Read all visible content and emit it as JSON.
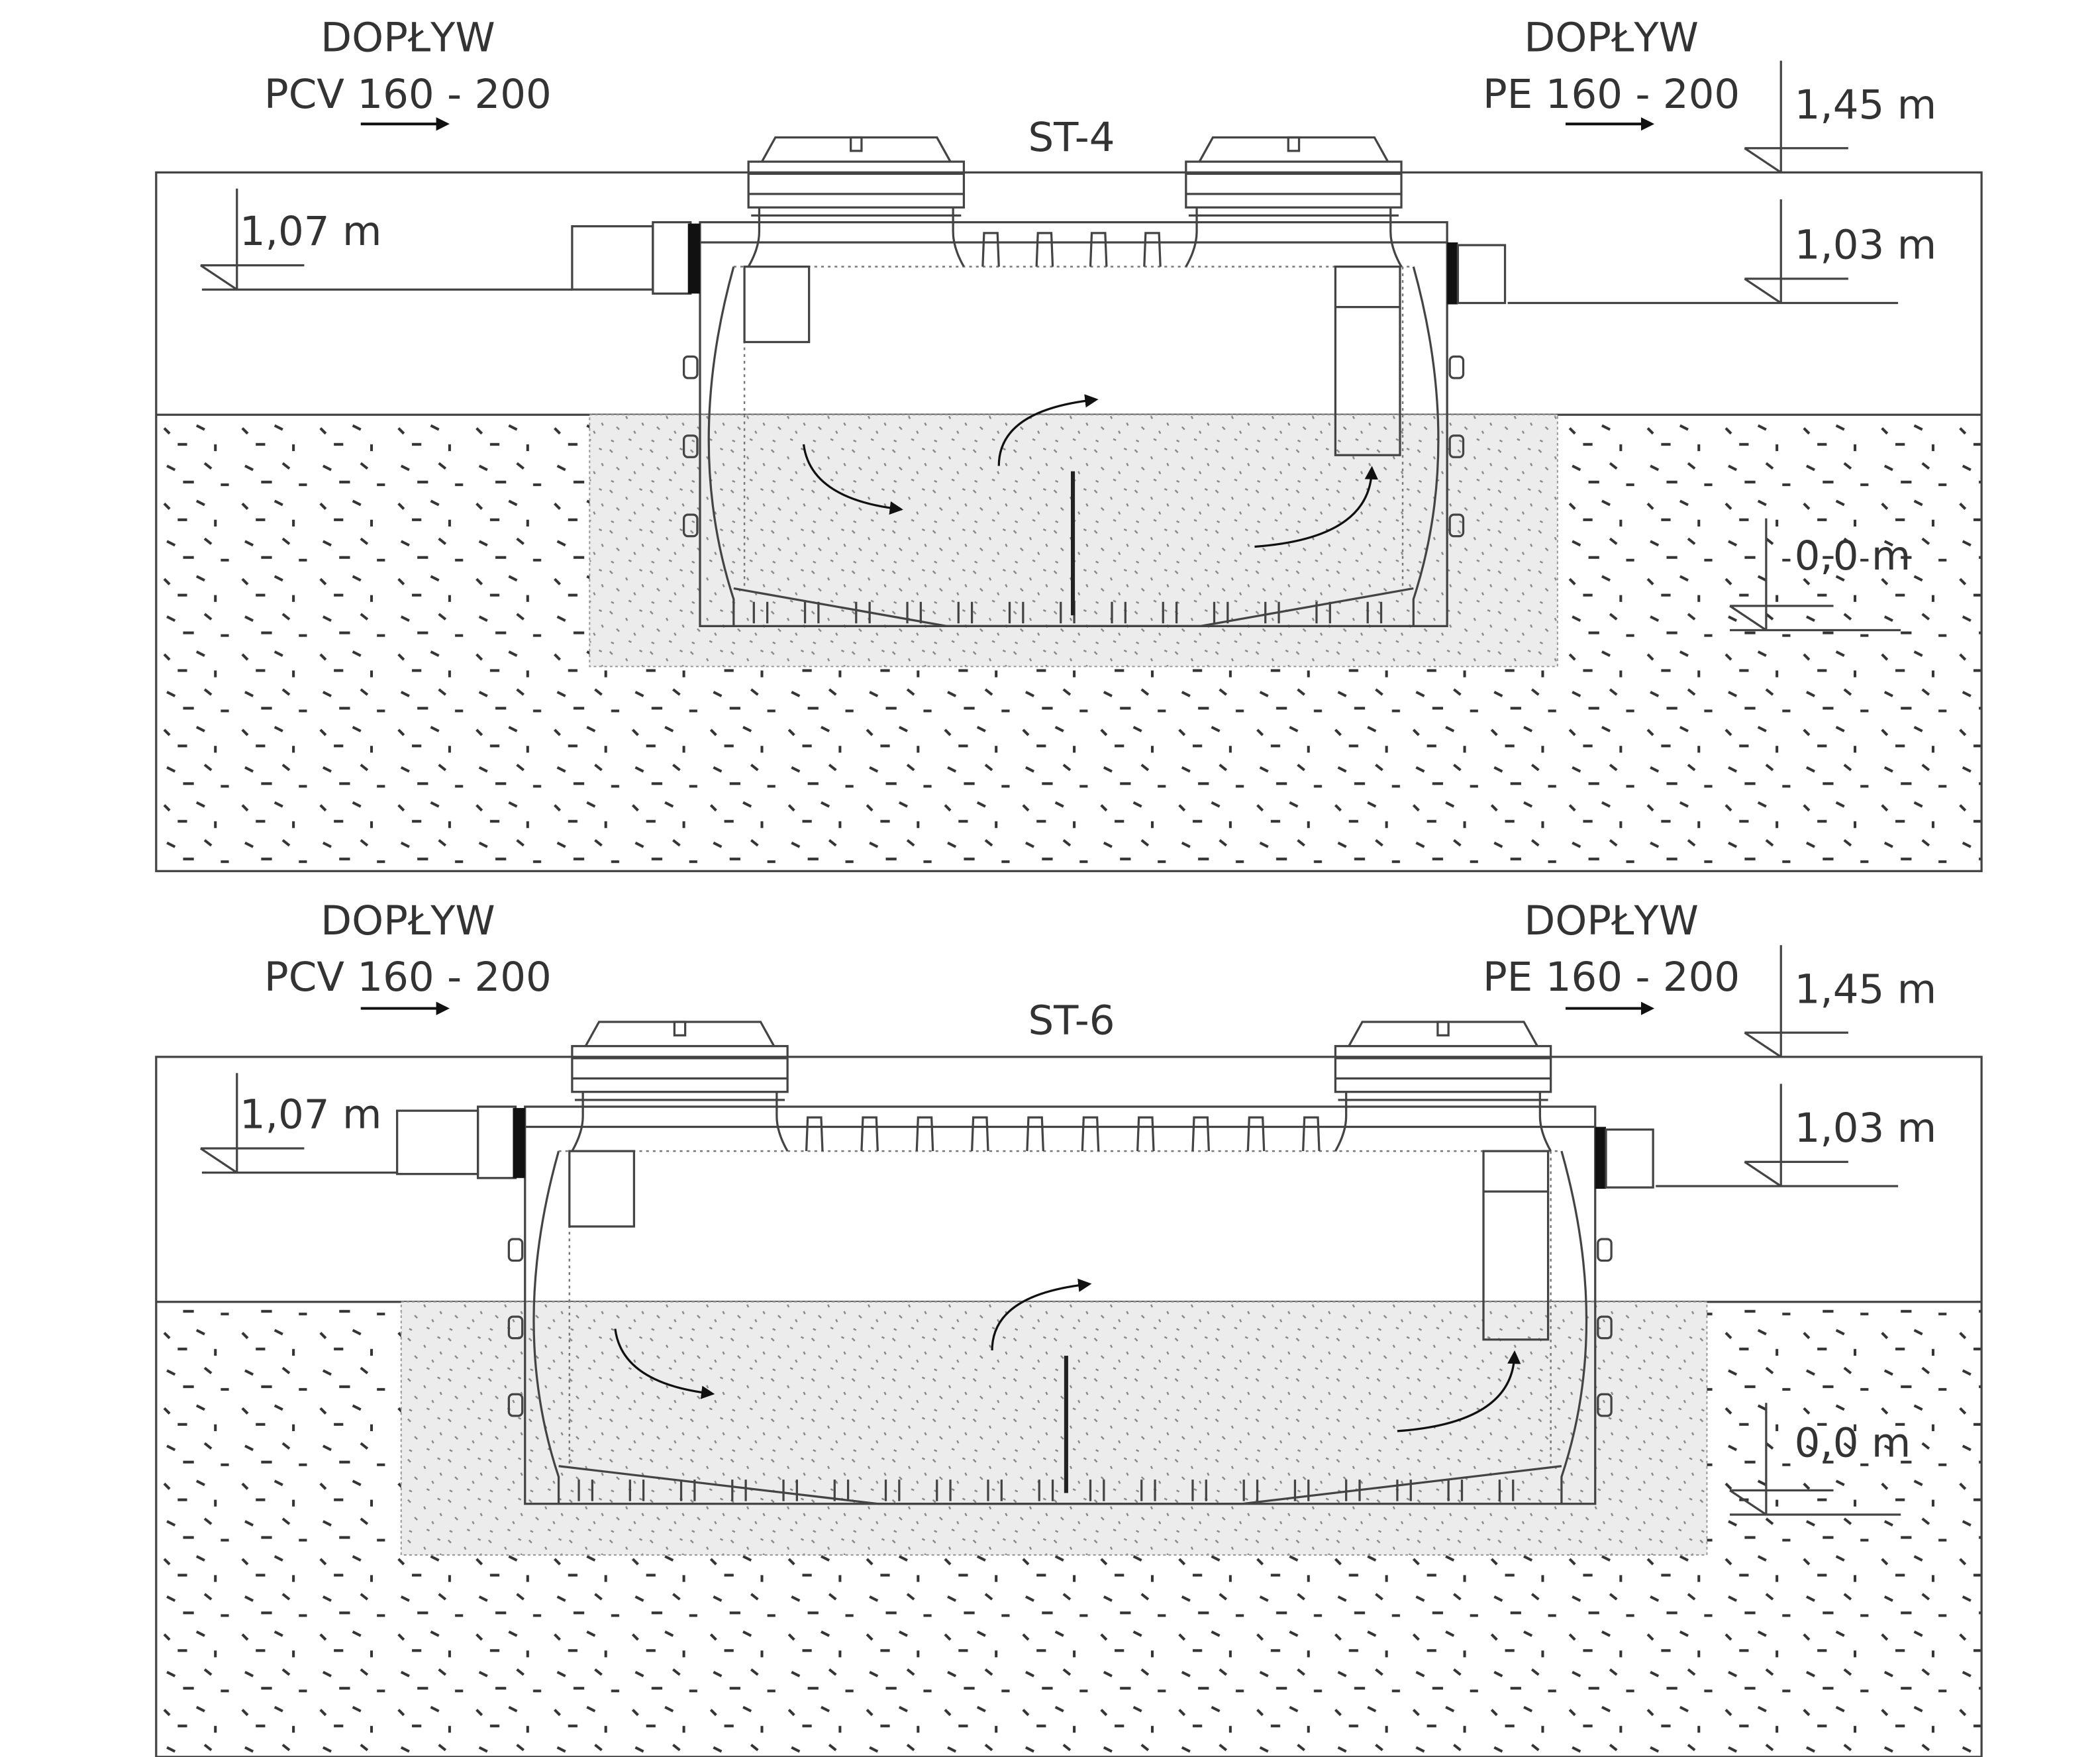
{
  "panels": [
    {
      "model": "ST-4",
      "inlet_left": {
        "title": "DOPŁYW",
        "spec": "PCV 160 - 200"
      },
      "inlet_right": {
        "title": "DOPŁYW",
        "spec": "PE 160 - 200"
      },
      "levels": {
        "top": "1,45 m",
        "left_pipe": "1,07 m",
        "right_pipe": "1,03 m",
        "bottom": "0,0 m"
      }
    },
    {
      "model": "ST-6",
      "inlet_left": {
        "title": "DOPŁYW",
        "spec": "PCV 160 - 200"
      },
      "inlet_right": {
        "title": "DOPŁYW",
        "spec": "PE 160 - 200"
      },
      "levels": {
        "top": "1,45 m",
        "left_pipe": "1,07 m",
        "right_pipe": "1,03 m",
        "bottom": "0,0 m"
      }
    }
  ],
  "colors": {
    "line": "#444444",
    "gravel": "#ececec",
    "background": "#ffffff"
  }
}
